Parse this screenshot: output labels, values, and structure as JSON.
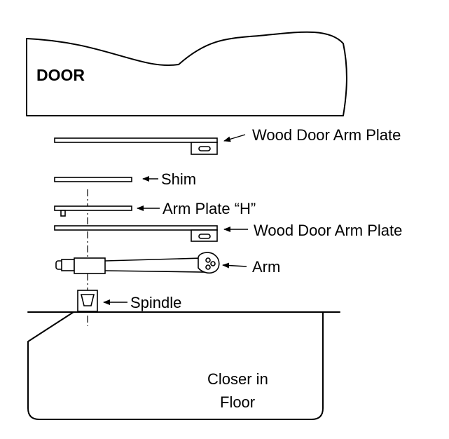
{
  "labels": {
    "door": "DOOR",
    "wood_door_arm_plate_top": "Wood Door Arm Plate",
    "shim": "Shim",
    "arm_plate_h": "Arm Plate “H”",
    "wood_door_arm_plate_bottom": "Wood Door Arm Plate",
    "arm": "Arm",
    "spindle": "Spindle",
    "closer_line1": "Closer in",
    "closer_line2": "Floor"
  }
}
